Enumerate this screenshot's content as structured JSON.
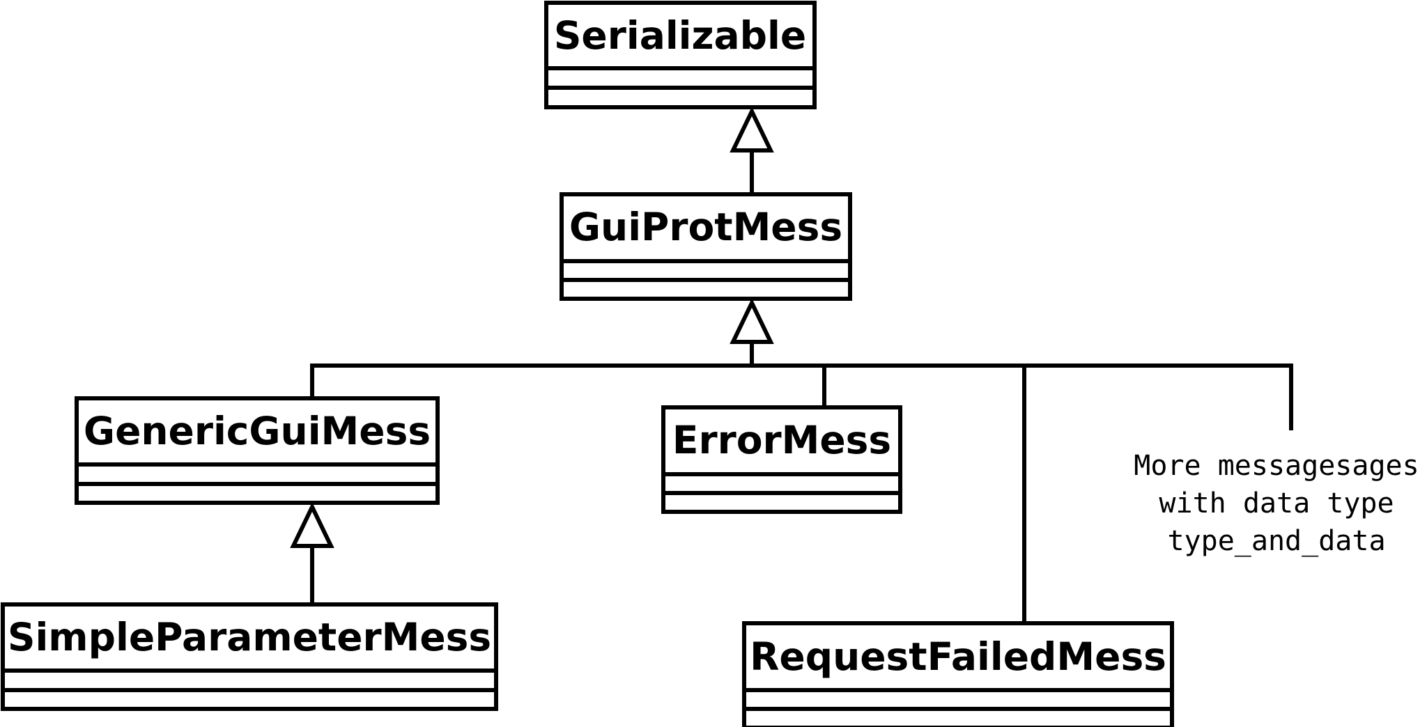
{
  "diagram": {
    "type": "uml-class-hierarchy",
    "line_color": "#000000",
    "fill_color": "#ffffff",
    "classes": {
      "serializable": {
        "name": "Serializable"
      },
      "gui_prot_mess": {
        "name": "GuiProtMess"
      },
      "generic_gui_mess": {
        "name": "GenericGuiMess"
      },
      "error_mess": {
        "name": "ErrorMess"
      },
      "simple_parameter_mess": {
        "name": "SimpleParameterMess"
      },
      "request_failed_mess": {
        "name": "RequestFailedMess"
      }
    },
    "relations": [
      {
        "kind": "generalization",
        "from": "GuiProtMess",
        "to": "Serializable"
      },
      {
        "kind": "generalization",
        "from": "GenericGuiMess",
        "to": "GuiProtMess"
      },
      {
        "kind": "generalization",
        "from": "ErrorMess",
        "to": "GuiProtMess"
      },
      {
        "kind": "generalization",
        "from": "RequestFailedMess",
        "to": "GuiProtMess"
      },
      {
        "kind": "generalization",
        "from": "SimpleParameterMess",
        "to": "GenericGuiMess"
      }
    ],
    "note": {
      "lines": [
        "More messagesages",
        "with data type",
        "type_and_data"
      ]
    }
  }
}
